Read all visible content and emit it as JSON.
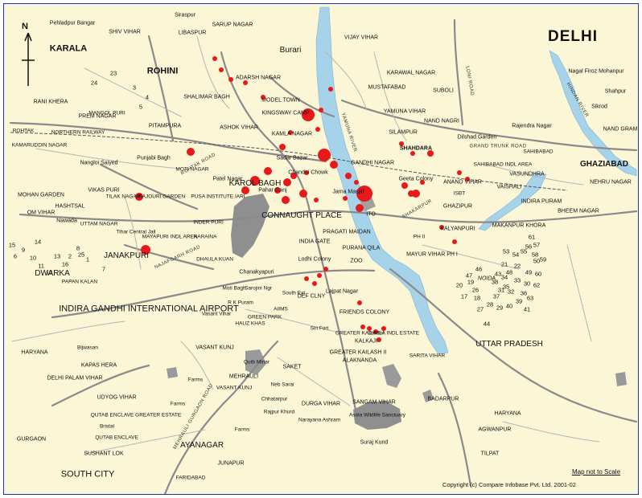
{
  "title": "DELHI",
  "north_label": "N",
  "scale_note": "Map not to Scale",
  "copyright": "Copyright (c) Compare Infobase Pvt. Ltd. 2001-02",
  "colors": {
    "background": "#fbf6d6",
    "river": "#a7d3ea",
    "marker": "#e8191b",
    "road": "#8a8a8a",
    "frame": "#1a33aa",
    "park": "#8f8f8f"
  },
  "places": [
    {
      "id": "pehladpur-bangar",
      "text": "Pehladpur Bangar"
    },
    {
      "id": "shiv-vihar",
      "text": "SHIV VIHAR"
    },
    {
      "id": "siraspur",
      "text": "Siraspur"
    },
    {
      "id": "libaspur",
      "text": "LIBASPUR"
    },
    {
      "id": "sarup-nagar",
      "text": "SARUP NAGAR"
    },
    {
      "id": "vijay-vihar",
      "text": "VIJAY VIHAR"
    },
    {
      "id": "karala",
      "text": "KARALA"
    },
    {
      "id": "rohini",
      "text": "ROHINI"
    },
    {
      "id": "adarsh-nagar",
      "text": "ADARSH NAGAR"
    },
    {
      "id": "burari",
      "text": "Burari"
    },
    {
      "id": "karawal-nagar",
      "text": "KARAWAL NAGAR"
    },
    {
      "id": "mustafabad",
      "text": "MUSTAFABAD"
    },
    {
      "id": "suboli",
      "text": "SUBOLI"
    },
    {
      "id": "nagal-firoz",
      "text": "Nagal Firoz Mohanpur"
    },
    {
      "id": "shahpur",
      "text": "Shahpur"
    },
    {
      "id": "sikrod",
      "text": "Sikrod"
    },
    {
      "id": "nand-gram",
      "text": "NAND GRAM"
    },
    {
      "id": "rani-khera",
      "text": "RANI KHERA"
    },
    {
      "id": "prem-nagar",
      "text": "PREM NAGAR"
    },
    {
      "id": "mangol-puri",
      "text": "MANGOL PURI"
    },
    {
      "id": "shalimar-bagh",
      "text": "SHALIMAR BAGH"
    },
    {
      "id": "model-town",
      "text": "MODEL TOWN"
    },
    {
      "id": "kingsway-camp",
      "text": "KINGSWAY CAMP"
    },
    {
      "id": "yamuna-vihar",
      "text": "YAMUNA VIHAR"
    },
    {
      "id": "nand-nagri",
      "text": "NAND NAGRI"
    },
    {
      "id": "rajendra-nagar",
      "text": "Rajendra Nagar"
    },
    {
      "id": "rohtak",
      "text": "ROHTAK"
    },
    {
      "id": "northern-railway",
      "text": "NORTHERN RAILWAY"
    },
    {
      "id": "pitampura",
      "text": "PITAMPURA"
    },
    {
      "id": "ashok-vihar",
      "text": "ASHOK VIHAR"
    },
    {
      "id": "kamla-nagar",
      "text": "KAMLA NAGAR"
    },
    {
      "id": "silampur",
      "text": "SILAMPUR"
    },
    {
      "id": "dilshad-garden",
      "text": "Dilshad Garden"
    },
    {
      "id": "kamaruddin-nagar",
      "text": "KAMARUDDIN NAGAR"
    },
    {
      "id": "shahdara",
      "text": "SHAHDARA"
    },
    {
      "id": "sahibabad",
      "text": "SAHIBABAD"
    },
    {
      "id": "nangloi-saiyed",
      "text": "Nangloi Saiyed"
    },
    {
      "id": "punjabi-bagh",
      "text": "Punjabi Bagh"
    },
    {
      "id": "sadar-bazar",
      "text": "Sadar Bazar"
    },
    {
      "id": "gandhi-nagar",
      "text": "GANDHI NAGAR"
    },
    {
      "id": "sahibabad-indl",
      "text": "SAHIBABAD INDL AREA"
    },
    {
      "id": "ghaziabad",
      "text": "GHAZIABAD"
    },
    {
      "id": "moti-nagar",
      "text": "MOTI NAGAR"
    },
    {
      "id": "karol-bagh",
      "text": "KAROL BAGH"
    },
    {
      "id": "chandni-chowk",
      "text": "Chandni Chowk"
    },
    {
      "id": "geeta-colony",
      "text": "Geeta Colony"
    },
    {
      "id": "anand-vihar",
      "text": "ANAND VIHAR"
    },
    {
      "id": "vasundhra",
      "text": "VASUNDHRA"
    },
    {
      "id": "nehru-nagar",
      "text": "NEHRU NAGAR"
    },
    {
      "id": "vikas-puri",
      "text": "VIKAS PURI"
    },
    {
      "id": "patel-nagar",
      "text": "Patel Nagar"
    },
    {
      "id": "jama-masjid",
      "text": "Jama Masjid"
    },
    {
      "id": "isbt",
      "text": "ISBT"
    },
    {
      "id": "vaishali",
      "text": "VAISHALI"
    },
    {
      "id": "mohan-garden",
      "text": "MOHAN GARDEN"
    },
    {
      "id": "tilak-nagar",
      "text": "TILAK NAGAR"
    },
    {
      "id": "rajouri-garden",
      "text": "RAJOURI GARDEN"
    },
    {
      "id": "pusa",
      "text": "PUSA INSTITUTE IARI"
    },
    {
      "id": "pahar-ganj",
      "text": "Pahar Ganj"
    },
    {
      "id": "indira-puram",
      "text": "INDIRA PURAM"
    },
    {
      "id": "hashtsal",
      "text": "HASHTSAL"
    },
    {
      "id": "ghazipur",
      "text": "GHAZIPUR"
    },
    {
      "id": "connaught-place",
      "text": "CONNAUGHT PLACE"
    },
    {
      "id": "ito",
      "text": "ITO"
    },
    {
      "id": "bheem-nagar",
      "text": "BHEEM NAGAR"
    },
    {
      "id": "om-vihar",
      "text": "OM VIHAR"
    },
    {
      "id": "nawada",
      "text": "Nawada"
    },
    {
      "id": "uttam-nagar",
      "text": "UTTAM NAGAR"
    },
    {
      "id": "inder-puri",
      "text": "INDER PURI"
    },
    {
      "id": "pragati-maidan",
      "text": "PRAGATI MAIDAN"
    },
    {
      "id": "makanpur",
      "text": "MAKANPUR KHORA"
    },
    {
      "id": "kalyanpuri",
      "text": "KALYANPURI"
    },
    {
      "id": "tihar",
      "text": "Tihar Central Jail"
    },
    {
      "id": "mayapuri",
      "text": "MAYAPURI INDL AREA"
    },
    {
      "id": "naraina",
      "text": "NARAINA"
    },
    {
      "id": "india-gate",
      "text": "INDIA GATE"
    },
    {
      "id": "purana-qila",
      "text": "PURANA QILA"
    },
    {
      "id": "zoo",
      "text": "ZOO"
    },
    {
      "id": "mayur-vihar",
      "text": "MAYUR VIHAR PH I"
    },
    {
      "id": "ph2",
      "text": "PH II"
    },
    {
      "id": "janakpuri",
      "text": "JANAKPURI"
    },
    {
      "id": "dhaula-kuan",
      "text": "DHAULA KUAN"
    },
    {
      "id": "dwarka",
      "text": "DWARKA"
    },
    {
      "id": "papan-kalan",
      "text": "PAPAN KALAN"
    },
    {
      "id": "chanakyapuri",
      "text": "Chanakyapuri"
    },
    {
      "id": "lodhi-colony",
      "text": "Lodhi Colony"
    },
    {
      "id": "noida",
      "text": "NOIDA"
    },
    {
      "id": "moti-bagh",
      "text": "Moti Bagh"
    },
    {
      "id": "sarojini-ngr",
      "text": "Sarojini Ngr"
    },
    {
      "id": "south-ext",
      "text": "South Ext"
    },
    {
      "id": "def-clny",
      "text": "DEF CLNY"
    },
    {
      "id": "lajpat-nagar",
      "text": "Lajpat Nagar"
    },
    {
      "id": "rk-puram",
      "text": "R K Puram"
    },
    {
      "id": "indira-gandhi-airport",
      "text": "INDIRA GANDHI INTERNATIONAL AIRPORT"
    },
    {
      "id": "vasant-vihar",
      "text": "Vasant Vihar"
    },
    {
      "id": "green-park",
      "text": "GREEN PARK"
    },
    {
      "id": "aiims",
      "text": "AIIMS"
    },
    {
      "id": "friends-colony",
      "text": "FRIENDS COLONY"
    },
    {
      "id": "hauz-khas",
      "text": "HAUZ KHAS"
    },
    {
      "id": "siri-fort",
      "text": "Siri Fort"
    },
    {
      "id": "greater-kailash",
      "text": "GREATER KAILASH"
    },
    {
      "id": "okhla",
      "text": "OKHLA INDL ESTATE"
    },
    {
      "id": "uttar-pradesh",
      "text": "UTTAR PRADESH"
    },
    {
      "id": "haryana",
      "text": "HARYANA"
    },
    {
      "id": "bijwasan",
      "text": "Bijwasan"
    },
    {
      "id": "vasant-kunj",
      "text": "VASANT KUNJ"
    },
    {
      "id": "kalkaji",
      "text": "KALKAJI"
    },
    {
      "id": "gk2",
      "text": "GREATER KAILASH II"
    },
    {
      "id": "alaknanda",
      "text": "ALAKNANDA"
    },
    {
      "id": "sarita-vihar",
      "text": "SARITA VIHAR"
    },
    {
      "id": "kapas-hera",
      "text": "KAPAS HERA"
    },
    {
      "id": "qutb-minar",
      "text": "Qutb Minar"
    },
    {
      "id": "saket",
      "text": "SAKET"
    },
    {
      "id": "delhi-palam",
      "text": "DELHI PALAM VIHAR"
    },
    {
      "id": "mehrauli",
      "text": "MEHRAULI"
    },
    {
      "id": "farms1",
      "text": "Farms"
    },
    {
      "id": "neb-sarai",
      "text": "Neb Sarai"
    },
    {
      "id": "udyog-vihar",
      "text": "UDYOG VIHAR"
    },
    {
      "id": "vasant-kunj2",
      "text": "VASANT KUNJ"
    },
    {
      "id": "chhatarpur",
      "text": "Chhatarpur"
    },
    {
      "id": "durga-vihar",
      "text": "DURGA VIHAR"
    },
    {
      "id": "sangam-vihar",
      "text": "SANGAM VIHAR"
    },
    {
      "id": "badarpur",
      "text": "BADARPUR"
    },
    {
      "id": "qutab-enclave",
      "text": "QUTAB ENCLAVE GREATER ESTATE"
    },
    {
      "id": "farms2",
      "text": "Farms"
    },
    {
      "id": "rajpur-khurd",
      "text": "Rajpur Khurd"
    },
    {
      "id": "narayana-ashram",
      "text": "Narayana Ashram"
    },
    {
      "id": "asola",
      "text": "Asola Wildlife Sanctuary"
    },
    {
      "id": "haryana2",
      "text": "HARYANA"
    },
    {
      "id": "agwanpur",
      "text": "AGWANPUR"
    },
    {
      "id": "bristal",
      "text": "Bristal"
    },
    {
      "id": "gurgaon",
      "text": "GURGAON"
    },
    {
      "id": "farms3",
      "text": "Farms"
    },
    {
      "id": "qutab-enclave2",
      "text": "QUTAB ENCLAVE"
    },
    {
      "id": "sushant-lok",
      "text": "SUSHANT LOK"
    },
    {
      "id": "ayanagar",
      "text": "AYANAGAR"
    },
    {
      "id": "suraj-kund",
      "text": "Suraj Kund"
    },
    {
      "id": "tilpat",
      "text": "TILPAT"
    },
    {
      "id": "south-city",
      "text": "SOUTH CITY"
    },
    {
      "id": "junapur",
      "text": "JUNAPUR"
    },
    {
      "id": "faridabad",
      "text": "FARIDABAD"
    },
    {
      "id": "yamuna-river",
      "text": "YAMUNA RIVER"
    },
    {
      "id": "hindan-river",
      "text": "HINDAN RIVER"
    },
    {
      "id": "shakarpur",
      "text": "SHAKARPUR"
    },
    {
      "id": "grand-trunk",
      "text": "GRAND TRUNK ROAD"
    },
    {
      "id": "loni-road",
      "text": "LONI ROAD"
    },
    {
      "id": "rohtak-road",
      "text": "ROHTAK ROAD"
    },
    {
      "id": "mehrauli-road",
      "text": "MEHRAULI GURGAON ROAD"
    },
    {
      "id": "najafgarh-road",
      "text": "NAJAFGARH ROAD"
    }
  ],
  "sector_numbers": [
    "23",
    "24",
    "3",
    "4",
    "5",
    "9",
    "10",
    "11",
    "12",
    "13",
    "16",
    "14",
    "15",
    "8",
    "7",
    "1",
    "6",
    "2",
    "17",
    "18",
    "22",
    "21",
    "26",
    "27",
    "28",
    "29",
    "31",
    "32",
    "33",
    "35",
    "36",
    "37",
    "39",
    "40",
    "41",
    "44",
    "49",
    "50",
    "53",
    "54",
    "55",
    "56",
    "57",
    "58",
    "59",
    "60",
    "61",
    "62",
    "63",
    "20",
    "19",
    "25",
    "34",
    "38",
    "43",
    "46",
    "47",
    "48",
    "30"
  ],
  "hotspot_count": 52
}
